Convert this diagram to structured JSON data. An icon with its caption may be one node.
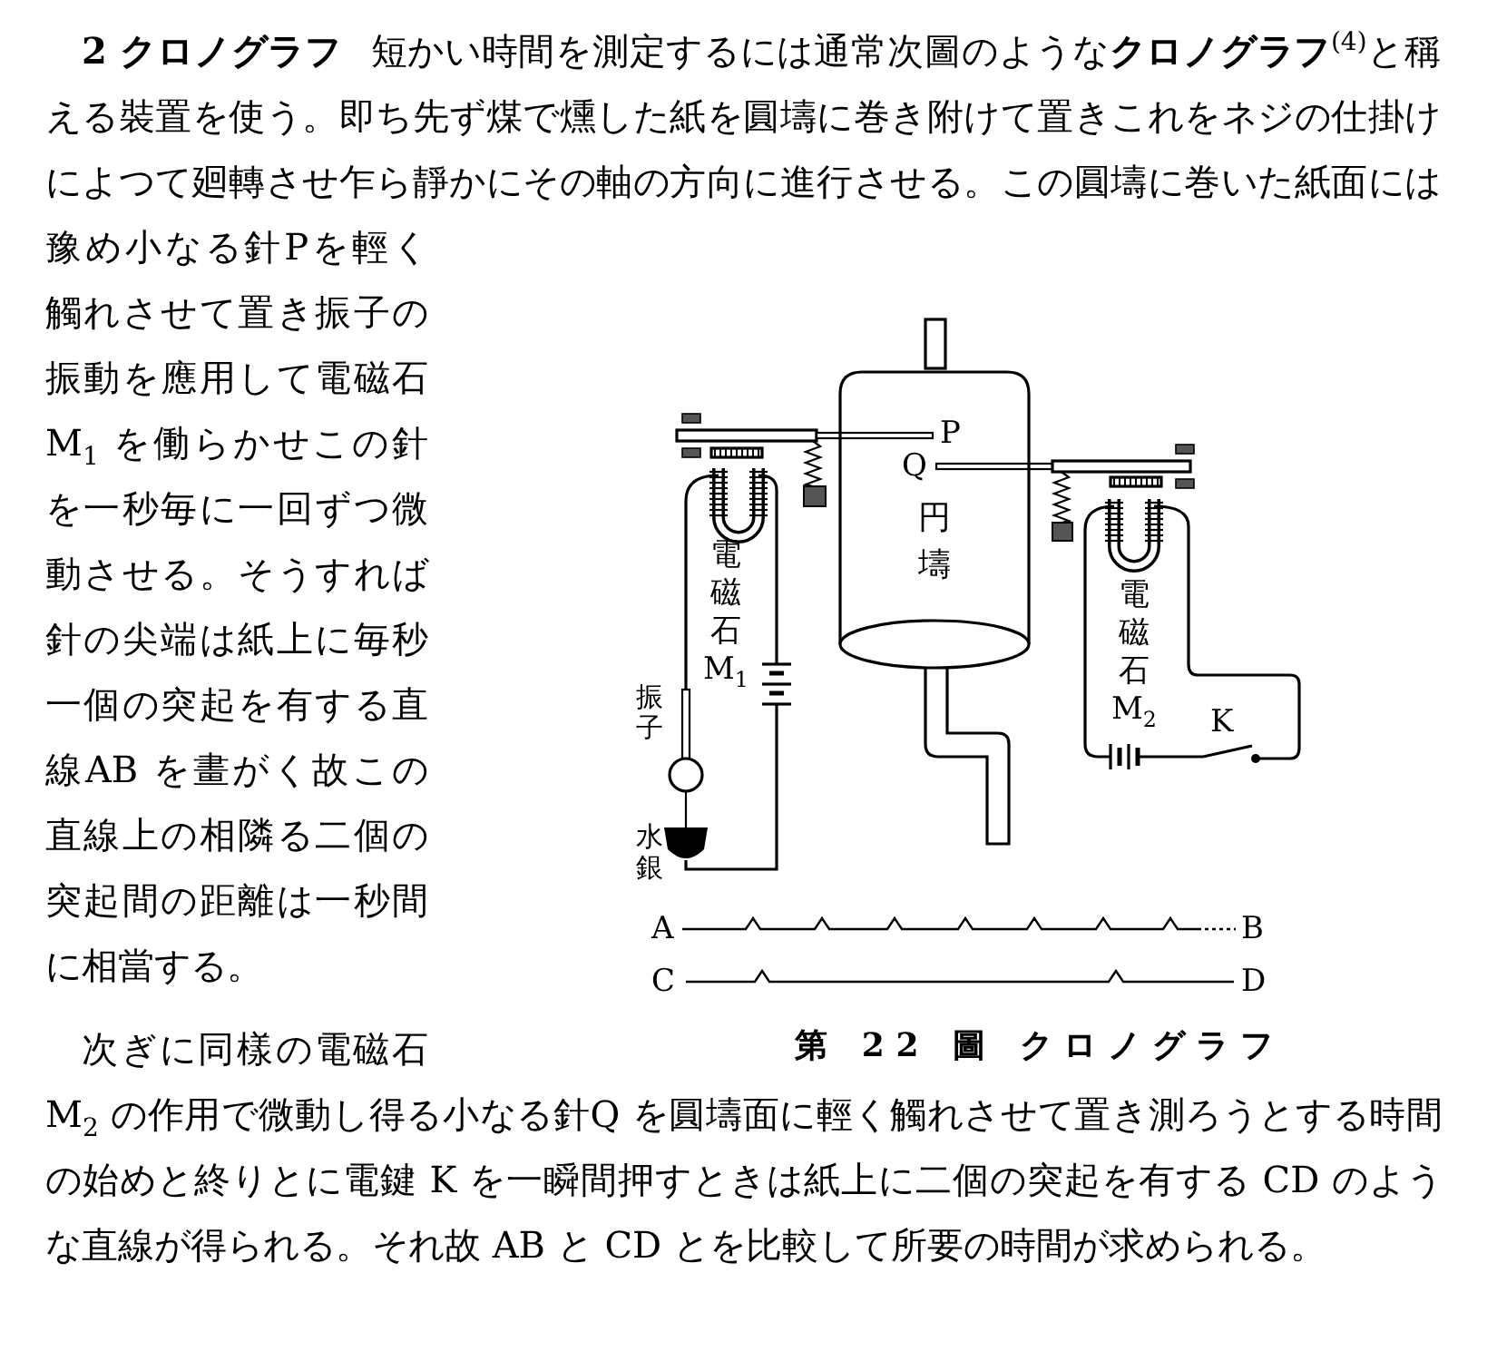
{
  "diagram": {
    "title": "2 クロノグラフ",
    "caption": "第 22 圖 クロノグラフ",
    "nodes": [
      {
        "text": [
          "円壔"
        ]
      }
    ],
    "labels": [
      "短かい時間を測定するには通常次圖のような**クロノグラフ**$^{(4)}$と稱える裝置を使う。即ち先ず煤で燻した紙を圓壔に巻き附けて置きこれをネジの仕掛けによつて廻轉させ乍ら靜かにその軸の方向に進行させる。この圓壔に巻いた紙面には豫め小なる針Pを輕く觸れさせて置き振子の振動を應用して電磁石 M$_{1}$ を働らかせこの針を一秒毎に一回ずつ微動させる。そうすれば針の尖端は紙上に毎秒一個の突起を有する直線AB を畫がく故この直線上の相隣る二個の突起間の距離は一秒間に相當する。",
      "次ぎに同樣の電磁石 M$_{2}$ の作用で微動し得る小なる針Q を圓壔面に輕く觸れさせて置き測ろうとする時間の始めと終りとに電鍵 K を一瞬間押すときは紙上に二個の突起を有する CD のような直線が得られる。それ故 AB と CD とを比較して所要の時間が求められる。",
      "P",
      "Q",
      "電磁石M$_{1}$",
      "振子",
      "水銀",
      "電磁石M$_{2}$",
      "K",
      "A",
      "B",
      "C",
      "D"
    ]
  }
}
